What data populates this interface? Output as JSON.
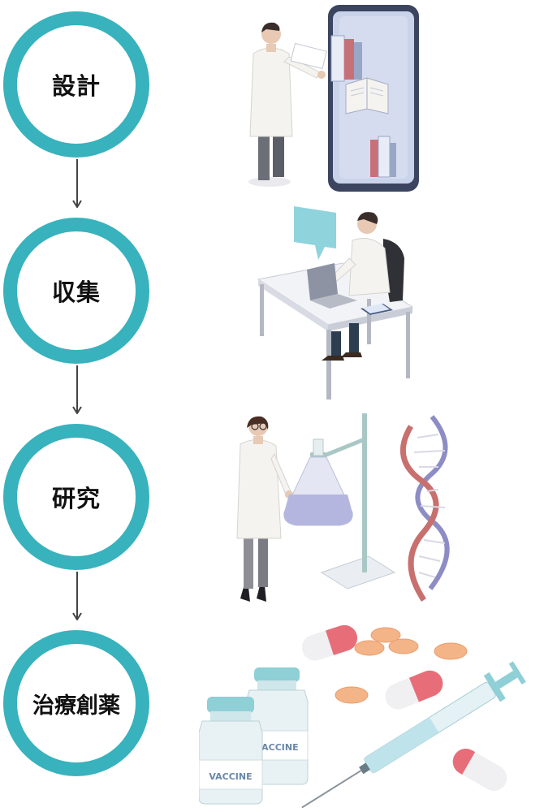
{
  "steps": [
    {
      "label": "設計",
      "icon": "library-tablet-illustration"
    },
    {
      "label": "収集",
      "icon": "desk-computer-illustration"
    },
    {
      "label": "研究",
      "icon": "laboratory-dna-illustration"
    },
    {
      "label": "治療創薬",
      "icon": "vaccine-medicine-illustration"
    }
  ],
  "vaccine_text": "VACCINE",
  "colors": {
    "ring": "#38b2bd",
    "arrow": "#444444",
    "tablet": "#3b4560",
    "screen": "#c9d3ea",
    "coat": "#f4f3ef",
    "speech_bubble": "#8fd3dc",
    "flask": "#b5b6e0",
    "dna_red": "#c7706e",
    "dna_purple": "#8e8cc4",
    "pill_red": "#e76e78",
    "tablet_orange": "#f3b488",
    "vial_cap": "#8fcfd6"
  }
}
